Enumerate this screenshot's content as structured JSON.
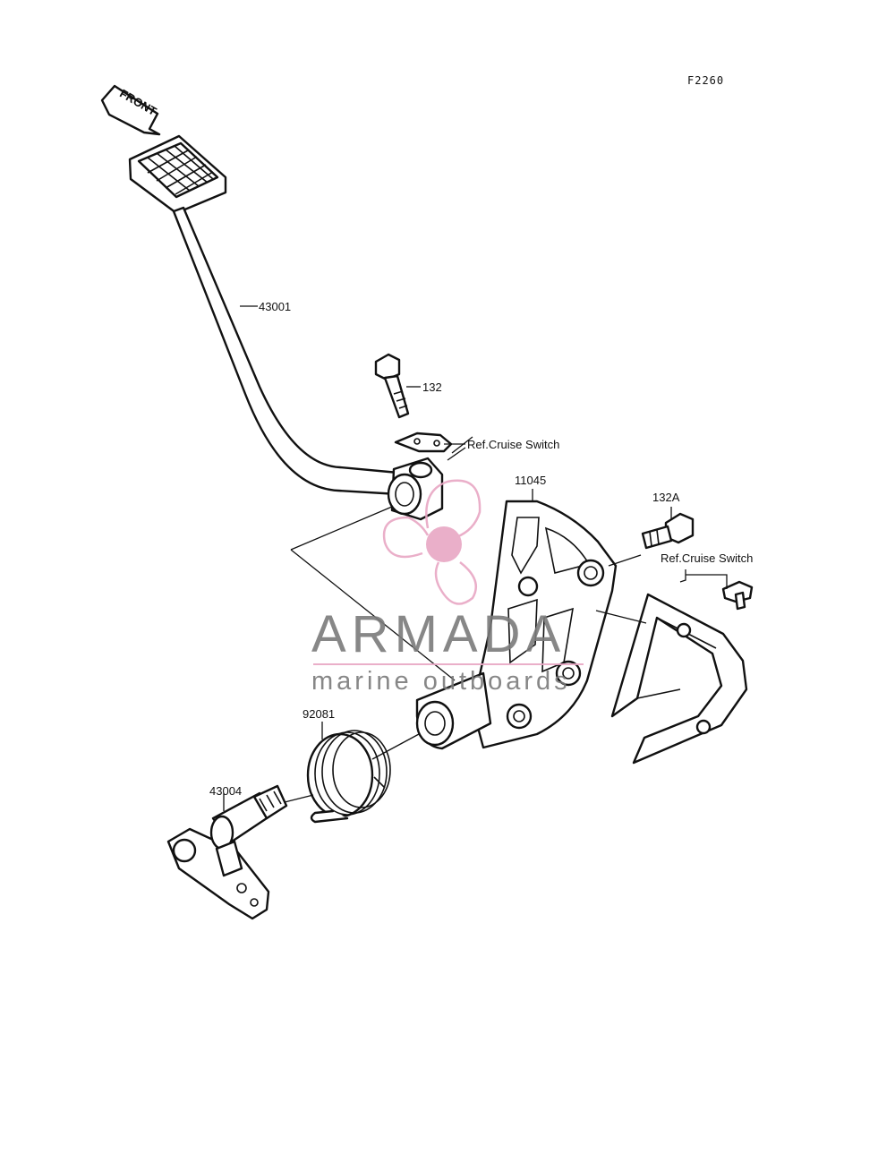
{
  "figure_code": "F2260",
  "front_arrow_text": "FRONT",
  "parts": {
    "pedal": "43001",
    "bolt": "132",
    "bracket": "11045",
    "bolt_a": "132A",
    "spring": "92081",
    "shaft": "43004"
  },
  "references": {
    "cruise_switch_upper": "Ref.Cruise Switch",
    "cruise_switch_right": "Ref.Cruise Switch"
  },
  "watermark": {
    "name": "ARMADA",
    "tagline": "marine outboards",
    "colors": {
      "pink": "#e8a7c4",
      "gray": "#7b7b7b"
    }
  }
}
